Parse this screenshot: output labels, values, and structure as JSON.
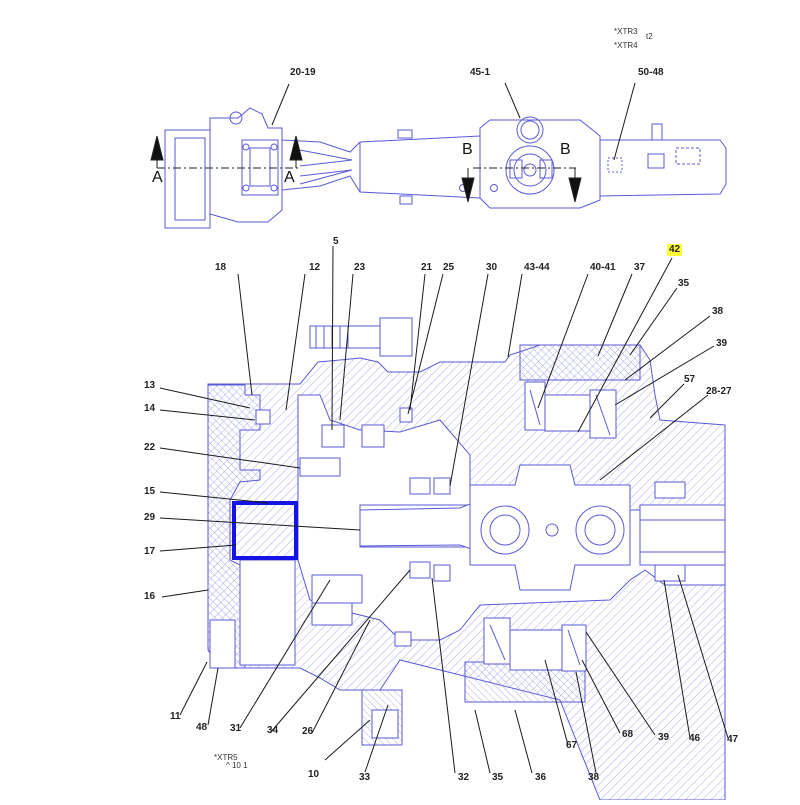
{
  "diagram": {
    "header_codes": [
      "*XTR3",
      "*XTR4",
      "t2"
    ],
    "footer_codes": [
      "*XTR5",
      "^ 10 1"
    ],
    "section_letters": [
      "A",
      "A",
      "B",
      "B"
    ],
    "top_view_labels": [
      "20-19",
      "45-1",
      "50-48"
    ],
    "callouts": {
      "c42": "42",
      "c18": "18",
      "c12": "12",
      "c5": "5",
      "c23": "23",
      "c21": "21",
      "c25": "25",
      "c30": "30",
      "c43_44": "43-44",
      "c40_41": "40-41",
      "c37": "37",
      "c35a": "35",
      "c38a": "38",
      "c39a": "39",
      "c57": "57",
      "c28_27": "28-27",
      "c13": "13",
      "c14": "14",
      "c22": "22",
      "c15": "15",
      "c29": "29",
      "c17": "17",
      "c16": "16",
      "c11": "11",
      "c48": "48",
      "c31": "31",
      "c34": "34",
      "c26": "26",
      "c10": "10",
      "c33": "33",
      "c32": "32",
      "c35b": "35",
      "c36": "36",
      "c67": "67",
      "c38b": "38",
      "c68": "68",
      "c39b": "39",
      "c46": "46",
      "c47": "47"
    },
    "colors": {
      "linework": "#5a5ad6",
      "leader": "#1a1a1a",
      "highlight_box": "#1414e6",
      "label_highlight": "#ffff33"
    }
  }
}
